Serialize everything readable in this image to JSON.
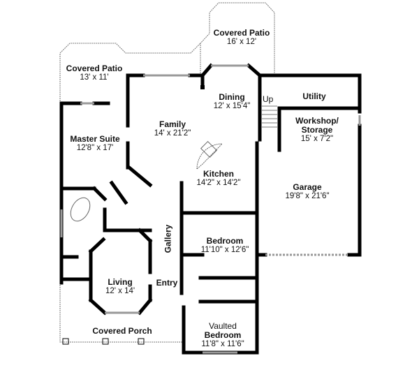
{
  "plan": {
    "rooms": [
      {
        "id": "covered-patio-rear",
        "name": "Covered Patio",
        "dims": "16' x 12'"
      },
      {
        "id": "covered-patio-side",
        "name": "Covered Patio",
        "dims": "13' x 11'"
      },
      {
        "id": "dining",
        "name": "Dining",
        "dims": "12' x 15'4\""
      },
      {
        "id": "utility",
        "name": "Utility",
        "dims": ""
      },
      {
        "id": "workshop",
        "name": "Workshop/",
        "name2": "Storage",
        "dims": "15' x 7'2\""
      },
      {
        "id": "family",
        "name": "Family",
        "dims": "14' x 21'2\""
      },
      {
        "id": "master-suite",
        "name": "Master Suite",
        "dims": "12'8\" x 17'"
      },
      {
        "id": "kitchen",
        "name": "Kitchen",
        "dims": "14'2\" x 14'2\""
      },
      {
        "id": "garage",
        "name": "Garage",
        "dims": "19'8\" x 21'6\""
      },
      {
        "id": "bedroom",
        "name": "Bedroom",
        "dims": "11'10\" x 12'6\""
      },
      {
        "id": "living",
        "name": "Living",
        "dims": "12' x 14'"
      },
      {
        "id": "entry",
        "name": "Entry",
        "dims": ""
      },
      {
        "id": "gallery",
        "name": "Gallery",
        "dims": ""
      },
      {
        "id": "covered-porch",
        "name": "Covered Porch",
        "dims": ""
      },
      {
        "id": "vaulted-bedroom",
        "prefix": "Vaulted",
        "name": "Bedroom",
        "dims": "11'8\" x 11'6\""
      }
    ],
    "stair_label": "Up"
  }
}
